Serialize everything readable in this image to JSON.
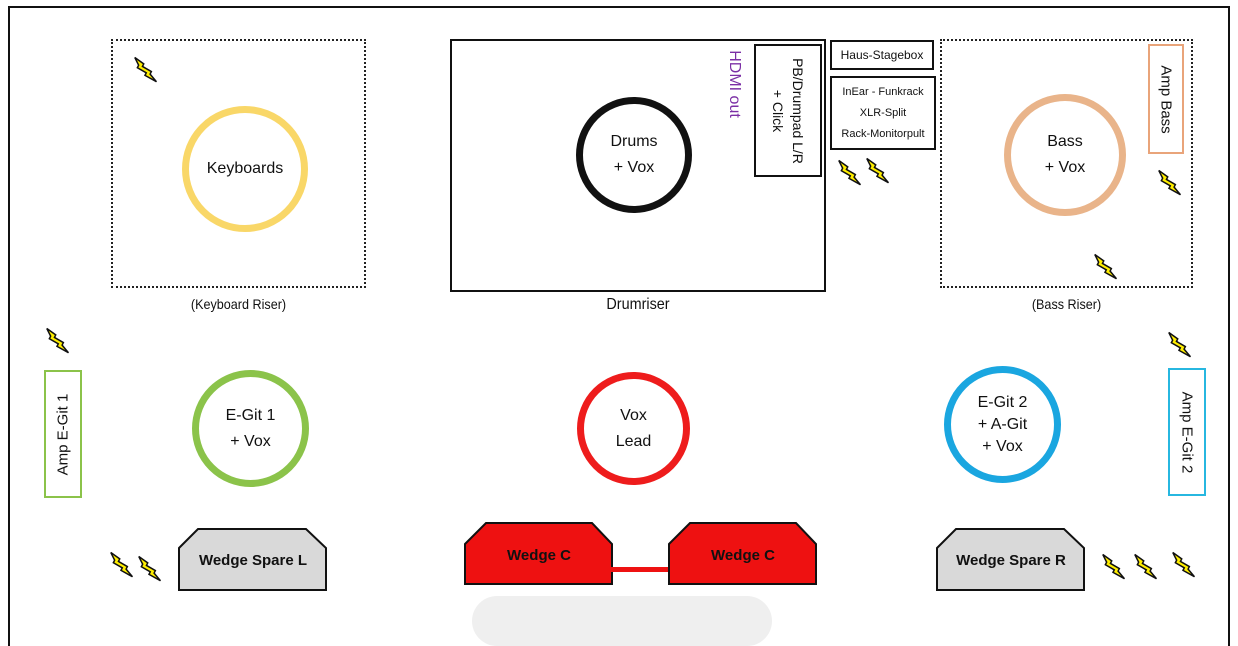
{
  "risers": {
    "keyboard_caption": "(Keyboard Riser)",
    "drum_caption": "Drumriser",
    "bass_caption": "(Bass Riser)"
  },
  "positions": {
    "keyboards": {
      "line1": "Keyboards",
      "color": "#f9d768"
    },
    "drums": {
      "line1": "Drums",
      "line2": "+ Vox",
      "color": "#111111"
    },
    "bass": {
      "line1": "Bass",
      "line2": "+ Vox",
      "color": "#e9b48a"
    },
    "egit1": {
      "line1": "E-Git 1",
      "line2": "+ Vox",
      "color": "#8bc34a"
    },
    "vox_lead": {
      "line1": "Vox",
      "line2": "Lead",
      "color": "#ee1c1c"
    },
    "egit2": {
      "line1": "E-Git 2",
      "line2": "+ A-Git",
      "line3": "+ Vox",
      "color": "#1aa6e0"
    }
  },
  "equipment": {
    "hdmi_out": "HDMI out",
    "pb_drumpad": "PB/Drumpad L/R",
    "click": "+ Click",
    "haus_stagebox": "Haus-Stagebox",
    "rack_line1": "InEar - Funkrack",
    "rack_line2": "XLR-Split",
    "rack_line3": "Rack-Monitorpult",
    "amp_bass": "Amp Bass",
    "amp_egit1": "Amp E-Git 1",
    "amp_egit2": "Amp E-Git 2"
  },
  "wedges": {
    "spare_l": "Wedge Spare L",
    "center_left": "Wedge C",
    "center_right": "Wedge C",
    "spare_r": "Wedge Spare R"
  },
  "colors": {
    "hdmi": "#7b2fa5",
    "amp_bass_border": "#e9a47a",
    "amp_egit1_border": "#8bc34a",
    "amp_egit2_border": "#27b7e0",
    "wedge_red": "#ee1111",
    "wedge_grey": "#d9d9d9",
    "power_yellow": "#ffee00"
  },
  "icons": {
    "power": "lightning-bolt-icon"
  }
}
